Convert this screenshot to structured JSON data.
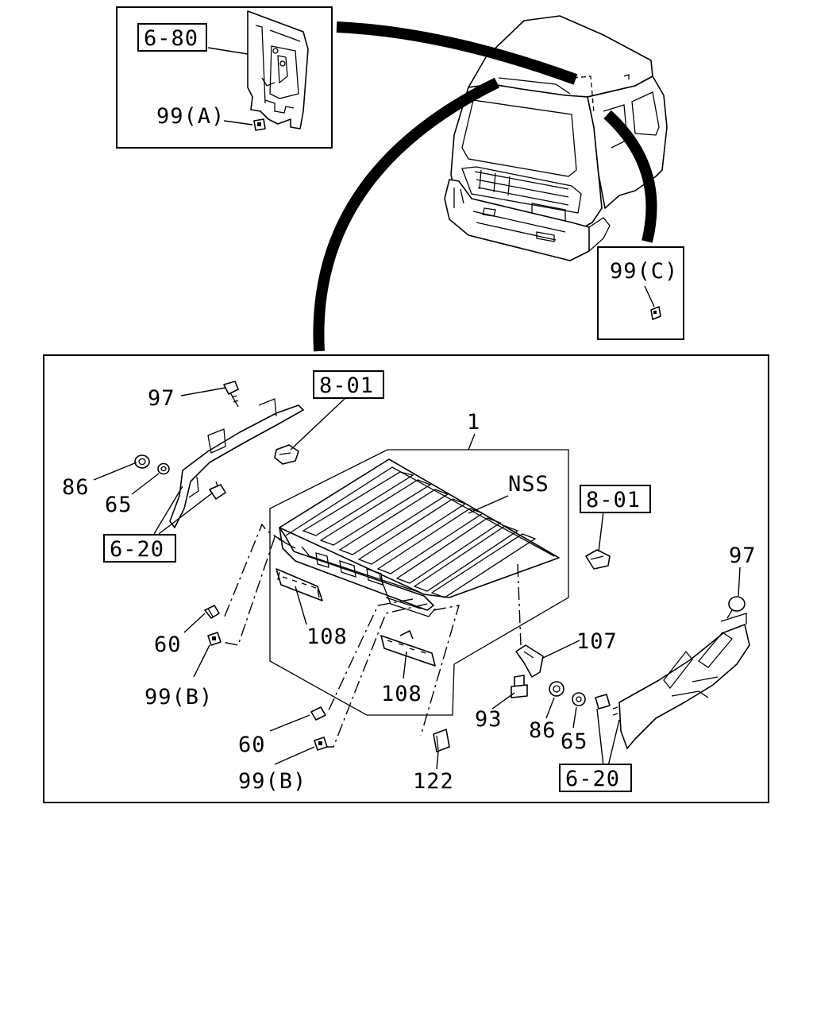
{
  "callouts": {
    "ref_6_80": "6-80",
    "p99a": "99(A)",
    "p99c": "99(C)",
    "ref_8_01_left": "8-01",
    "ref_8_01_right": "8-01",
    "p97_left": "97",
    "p97_right": "97",
    "p86_left": "86",
    "p86_right": "86",
    "p65_left": "65",
    "p65_right": "65",
    "ref_6_20_left": "6-20",
    "ref_6_20_right": "6-20",
    "p1": "1",
    "nss": "NSS",
    "p60_top": "60",
    "p60_bottom": "60",
    "p99b_top": "99(B)",
    "p99b_bottom": "99(B)",
    "p108_left": "108",
    "p108_right": "108",
    "p107": "107",
    "p93": "93",
    "p122": "122"
  }
}
